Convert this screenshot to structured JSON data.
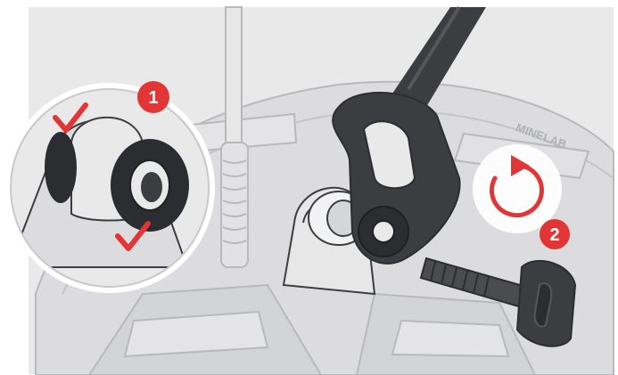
{
  "steps": [
    {
      "number": "1",
      "action": "check-washers",
      "marks": 2
    },
    {
      "number": "2",
      "action": "rotate-clockwise"
    }
  ],
  "icons": [
    "checkmark-icon",
    "rotate-clockwise-icon"
  ],
  "colors": {
    "accent": "#e23636",
    "shaft": "#3b3d40",
    "washer": "#2c2d30",
    "coil": "#d9dadc",
    "coil_line": "#b8b9bc",
    "background": "#e9e9ea"
  },
  "brand_text": "MINELAB"
}
